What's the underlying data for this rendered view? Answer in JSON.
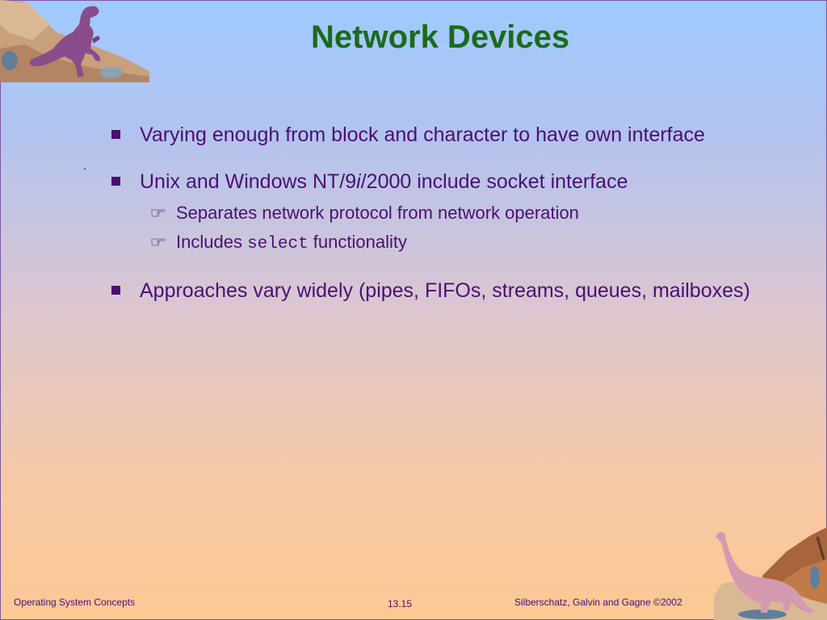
{
  "slide": {
    "title": "Network Devices",
    "bullets": [
      {
        "text": "Varying enough from block and character to have own interface"
      },
      {
        "text_before": "Unix and Windows NT/9",
        "text_italic": "i",
        "text_after": "/2000 include socket interface",
        "subitems": [
          {
            "text": "Separates network protocol from network operation"
          },
          {
            "text_before": "Includes ",
            "code": "select",
            "text_after": " functionality"
          }
        ]
      },
      {
        "text": "Approaches vary widely (pipes, FIFOs, streams, queues, mailboxes)"
      }
    ]
  },
  "footer": {
    "left": "Operating System Concepts",
    "center": "13.15",
    "right": "Silberschatz, Galvin and  Gagne ©2002"
  },
  "colors": {
    "title": "#1b6a1b",
    "body_text": "#4a1072",
    "background_top": "#9fcaff",
    "background_bottom": "#fcc894"
  },
  "icons": {
    "bullet": "square-bullet-icon",
    "subbullet": "pointing-hand-icon",
    "top_left_art": "dinosaur-on-rock-icon",
    "bottom_right_art": "brontosaurus-icon"
  }
}
